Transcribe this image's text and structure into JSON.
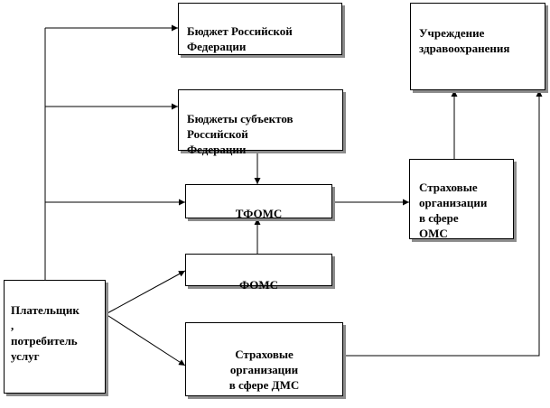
{
  "boxes": {
    "budget_rf": "Бюджет Российской\nФедерации",
    "budgets_subjects": "Бюджеты субъектов\nРоссийской\nФедерации",
    "tfoms": "ТФОМС",
    "foms": "ФОМС",
    "dms": "Страховые\nорганизации\nв сфере  ДМС",
    "payer": "Плательщик\n,\nпотребитель\nуслуг",
    "oms": "Страховые\nорганизации\nв сфере\nОМС",
    "health": "Учреждение\nздравоохранения"
  },
  "colors": {
    "line": "#000000",
    "shadow": "#8c8c8c",
    "background": "#ffffff"
  }
}
